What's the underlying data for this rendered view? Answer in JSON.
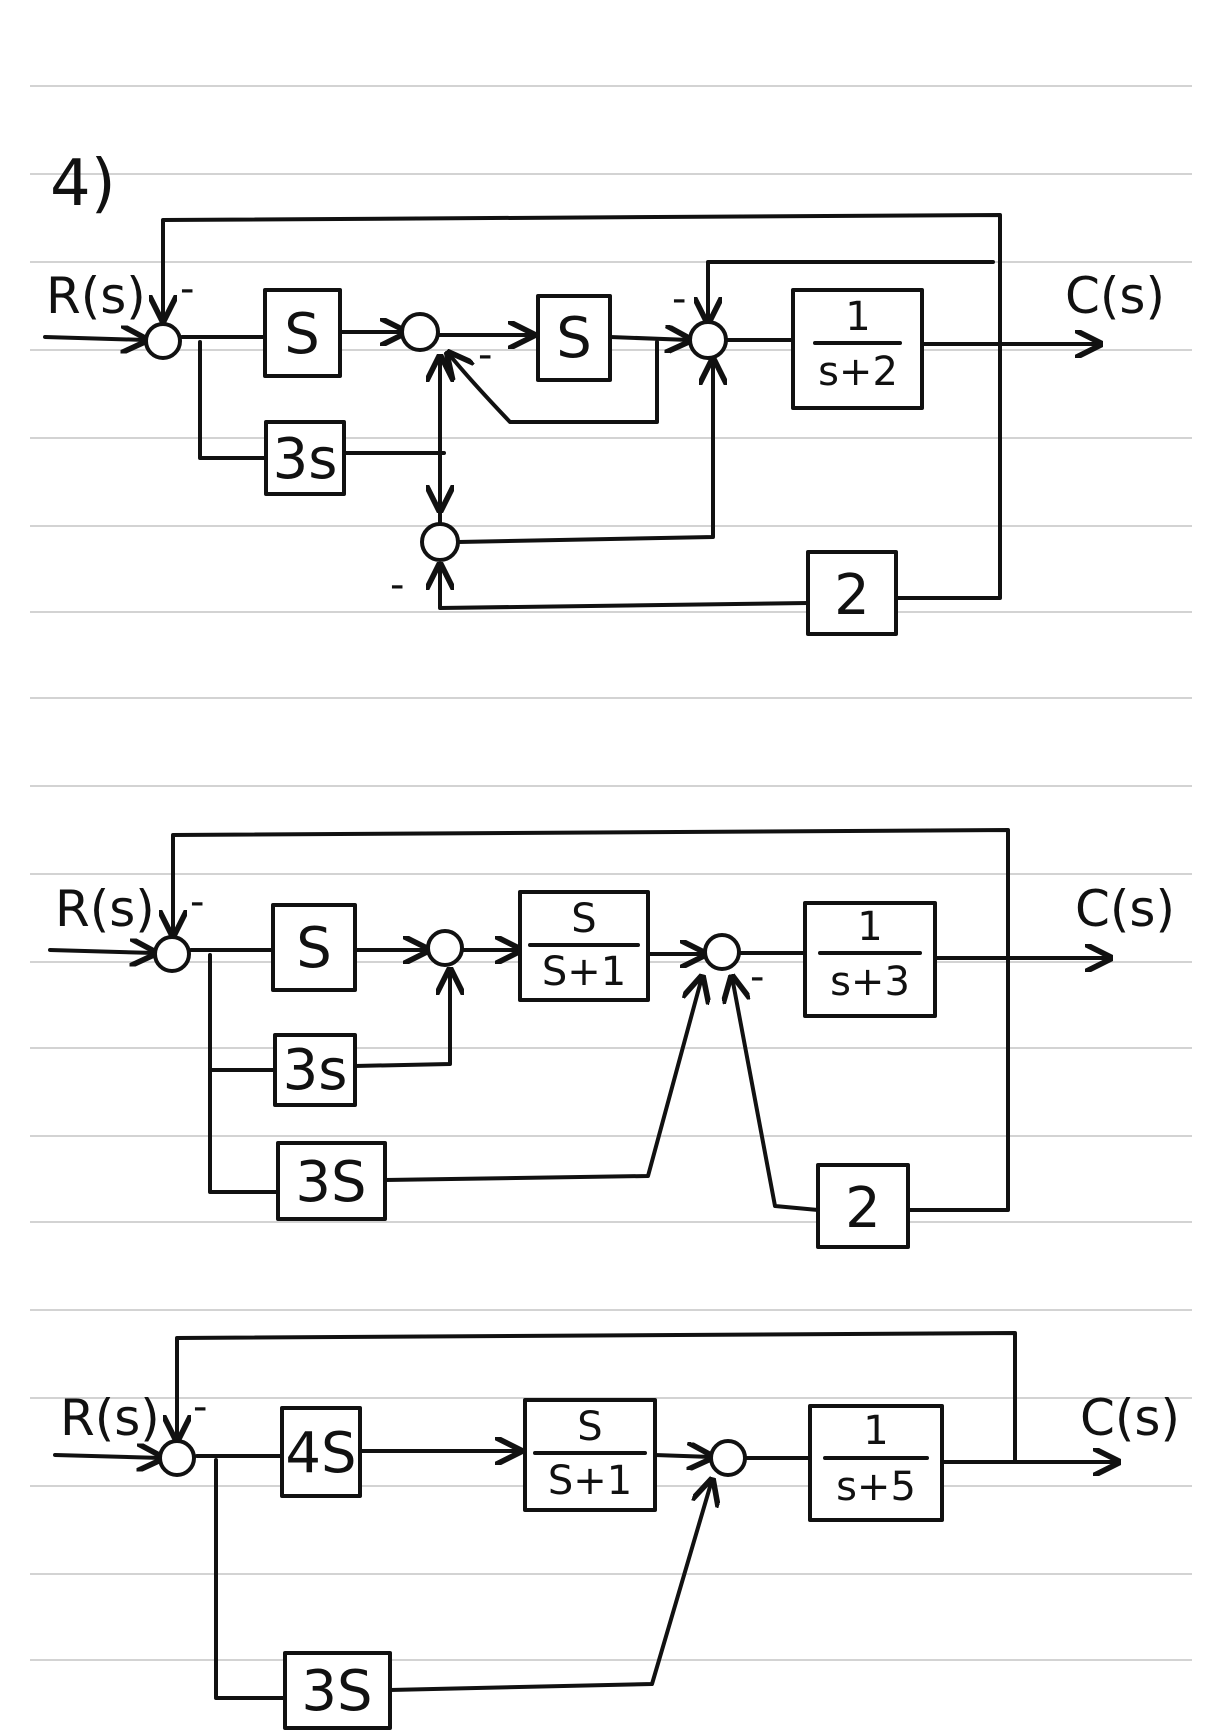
{
  "problem_number": "4)",
  "diagrams": [
    {
      "input_label": "R(s)",
      "output_label": "C(s)",
      "blocks": {
        "b1": {
          "num": "S"
        },
        "b2": {
          "num": "S"
        },
        "b3": {
          "num": "1",
          "den": "s+2"
        },
        "b4": {
          "num": "3s"
        },
        "b5": {
          "num": "2"
        }
      },
      "signs": [
        "-",
        "-",
        "-",
        "-"
      ]
    },
    {
      "input_label": "R(s)",
      "output_label": "C(s)",
      "blocks": {
        "b1": {
          "num": "S"
        },
        "b2": {
          "num": "S",
          "den": "S+1"
        },
        "b3": {
          "num": "1",
          "den": "s+3"
        },
        "b4": {
          "num": "3s"
        },
        "b5": {
          "num": "3S"
        },
        "b6": {
          "num": "2"
        }
      },
      "signs": [
        "-",
        "-"
      ]
    },
    {
      "input_label": "R(s)",
      "output_label": "C(s)",
      "blocks": {
        "b1": {
          "num": "4S"
        },
        "b2": {
          "num": "S",
          "den": "S+1"
        },
        "b3": {
          "num": "1",
          "den": "s+5"
        },
        "b4": {
          "num": "3S"
        }
      },
      "signs": [
        "-"
      ]
    }
  ]
}
